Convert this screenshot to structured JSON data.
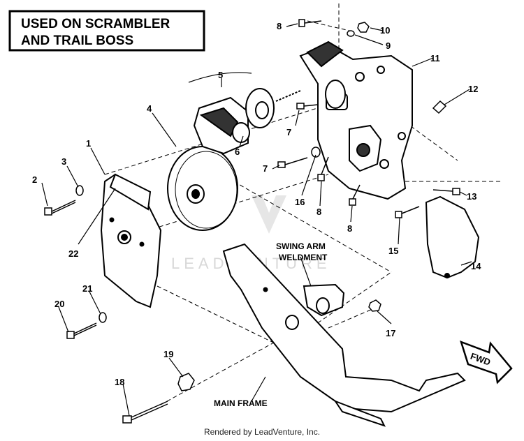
{
  "title": {
    "line1": "USED ON SCRAMBLER",
    "line2": "AND TRAIL BOSS"
  },
  "callouts": [
    "1",
    "2",
    "3",
    "4",
    "5",
    "6",
    "7",
    "7",
    "8",
    "8",
    "8",
    "9",
    "10",
    "11",
    "12",
    "13",
    "14",
    "15",
    "16",
    "17",
    "18",
    "19",
    "20",
    "21",
    "22"
  ],
  "labels": {
    "swing_arm_line1": "SWING ARM",
    "swing_arm_line2": "WELDMENT",
    "main_frame": "MAIN FRAME",
    "fwd": "FWD"
  },
  "watermark": "LEADVENTURE",
  "footer": "Rendered by LeadVenture, Inc."
}
